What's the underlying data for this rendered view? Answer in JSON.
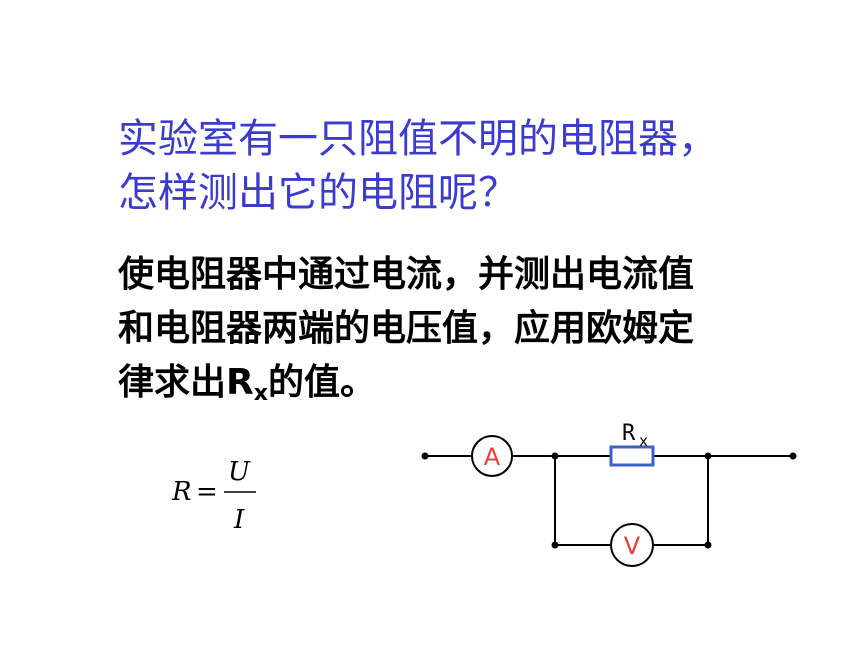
{
  "question": {
    "line1": "实验室有一只阻值不明的电阻器，",
    "line2": "怎样测出它的电阻呢？"
  },
  "answer": {
    "line1": "使电阻器中通过电流，并测出电流值",
    "line2": "和电阻器两端的电压值，应用欧姆定",
    "line3_prefix": "律求出R",
    "line3_sub": "x",
    "line3_suffix": "的值。"
  },
  "formula": {
    "lhs": "R",
    "equals": "=",
    "numerator": "U",
    "denominator": "I"
  },
  "circuit": {
    "ammeter_label": "A",
    "voltmeter_label": "V",
    "resistor_label": "R",
    "resistor_subscript": "x",
    "colors": {
      "wire": "#000000",
      "meter_text": "#e8403a",
      "resistor": "#3b5fc9"
    }
  }
}
